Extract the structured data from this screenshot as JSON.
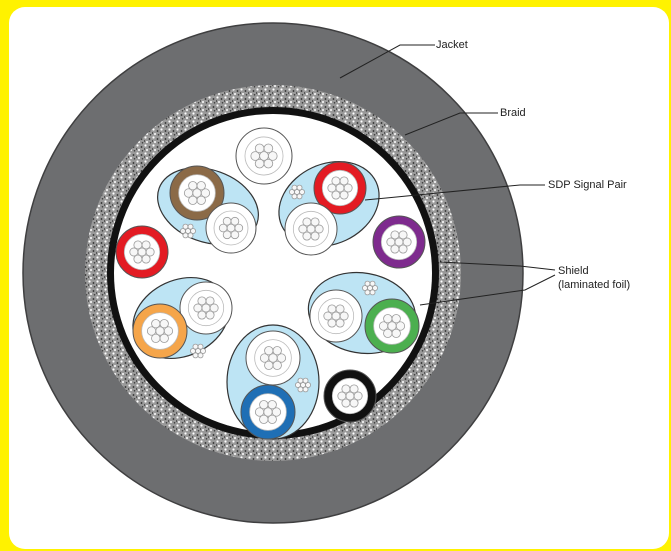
{
  "labels": {
    "jacket": "Jacket",
    "braid": "Braid",
    "sdp_signal_pair": "SDP Signal Pair",
    "shield_line1": "Shield",
    "shield_line2": "(laminated foil)"
  },
  "colors": {
    "page_border": "#fff200",
    "jacket": "#6d6e70",
    "braid": "#8a8a8a",
    "inner_black_ring": "#111111",
    "core_background": "#ffffff",
    "pair_foil": "#bde4f4",
    "conductor": "#f7f7f7",
    "insulation_white": "#ffffff",
    "insulation_brown": "#8b6a47",
    "insulation_red": "#e31b23",
    "insulation_purple": "#7e2b8e",
    "insulation_orange": "#f5a54a",
    "insulation_green": "#4caf4f",
    "insulation_blue": "#1f6fb5",
    "insulation_black": "#111111"
  }
}
